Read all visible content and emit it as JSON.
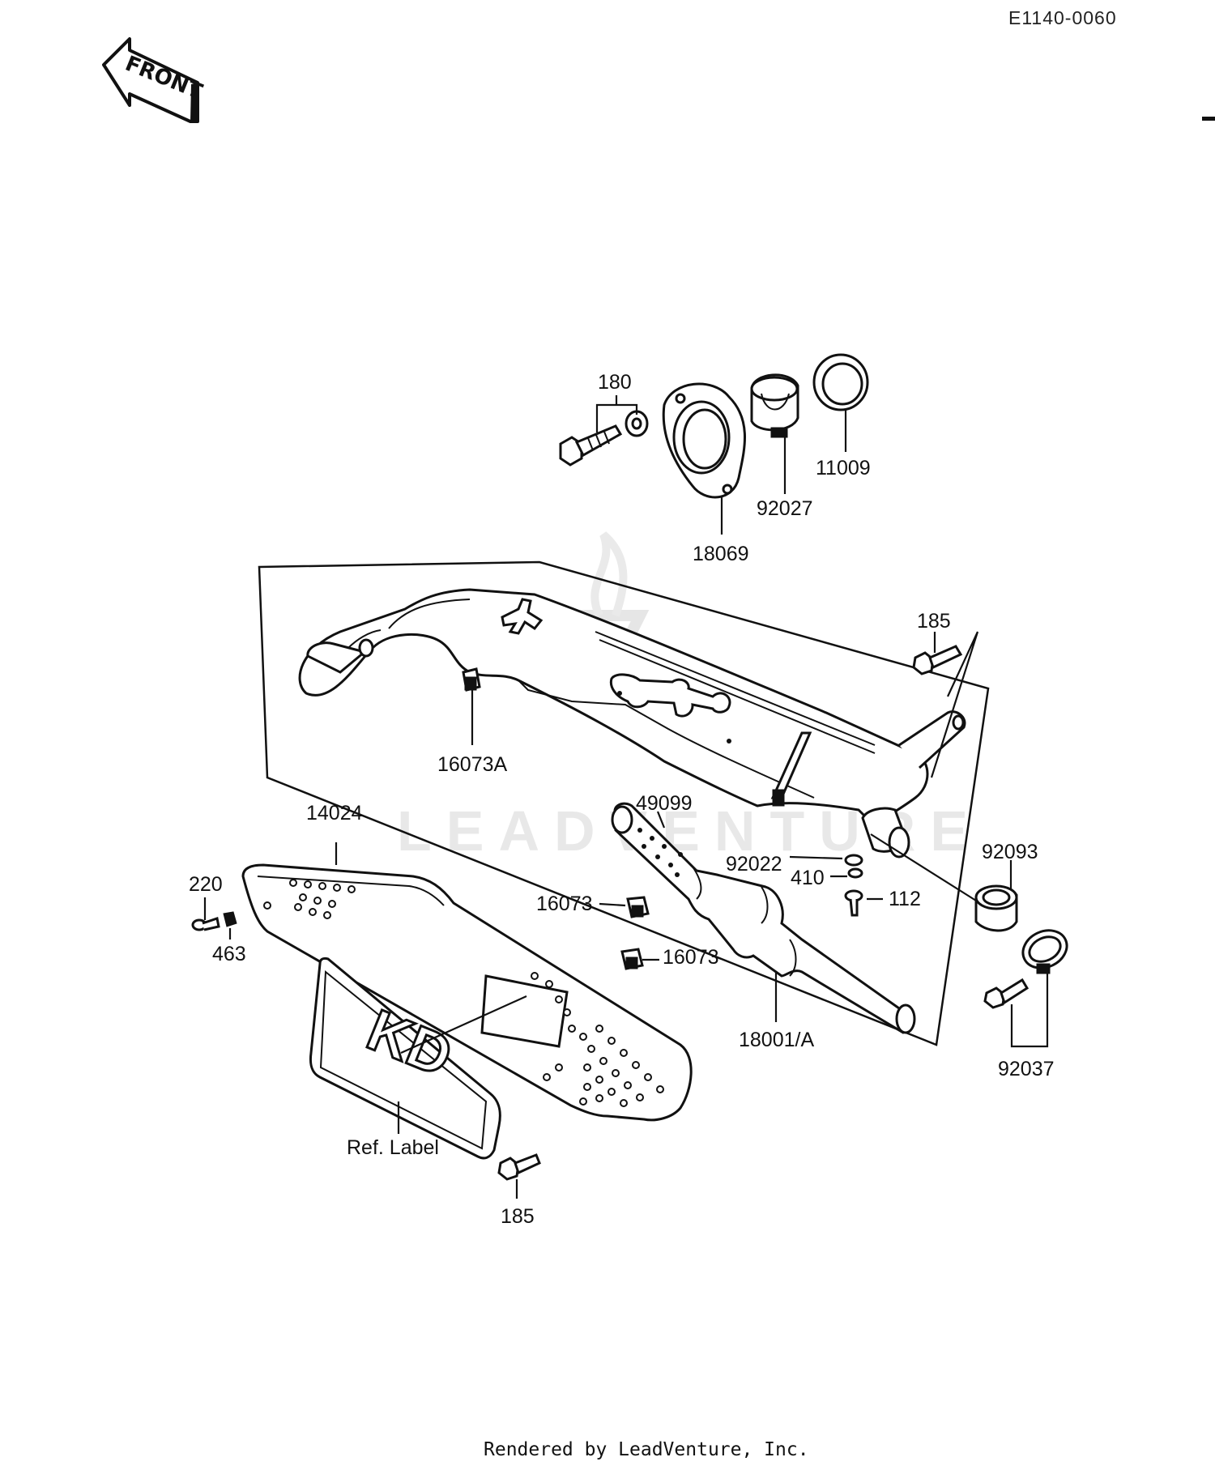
{
  "diagram": {
    "drawing_code": "E1140-0060",
    "front_marker": "FRONT",
    "watermark": "LEADVENTURE",
    "footer": "Rendered by LeadVenture, Inc.",
    "callouts": {
      "p180": "180",
      "p18069": "18069",
      "p92027": "92027",
      "p11009": "11009",
      "p185_top": "185",
      "p16073A": "16073A",
      "p14024": "14024",
      "p49099": "49099",
      "p92022": "92022",
      "p410": "410",
      "p112": "112",
      "p92093": "92093",
      "p220": "220",
      "p463": "463",
      "p16073_a": "16073",
      "p16073_b": "16073",
      "p18001A": "18001/A",
      "p92037": "92037",
      "ref_label": "Ref. Label",
      "p185_bottom": "185"
    },
    "label_letters": "KD"
  }
}
